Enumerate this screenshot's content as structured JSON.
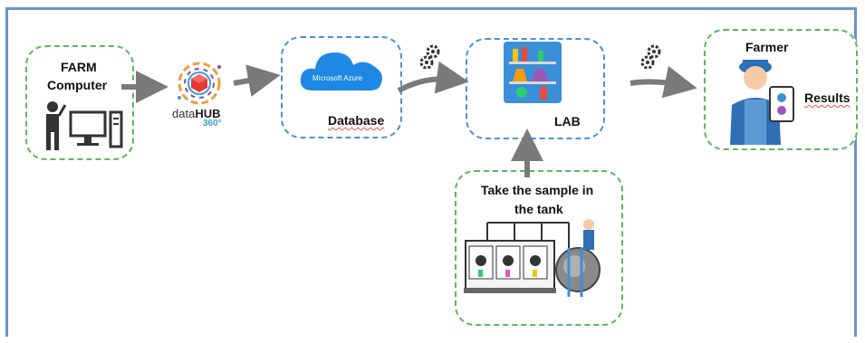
{
  "farm": {
    "line1": "FARM",
    "line2": "Computer"
  },
  "datahub": {
    "word1": "data",
    "word2": "HUB",
    "sub": "360°"
  },
  "database": {
    "label": "Database",
    "cloud_text": "Microsoft Azure"
  },
  "lab": {
    "label": "LAB"
  },
  "sample": {
    "line1": "Take the sample in",
    "line2": "the tank"
  },
  "farmer": {
    "title": "Farmer",
    "results": "Results"
  },
  "colors": {
    "green_border": "#5cb85c",
    "blue_border": "#4a90d9",
    "arrow": "#7a7a7a",
    "frame": "#6b93c8"
  }
}
